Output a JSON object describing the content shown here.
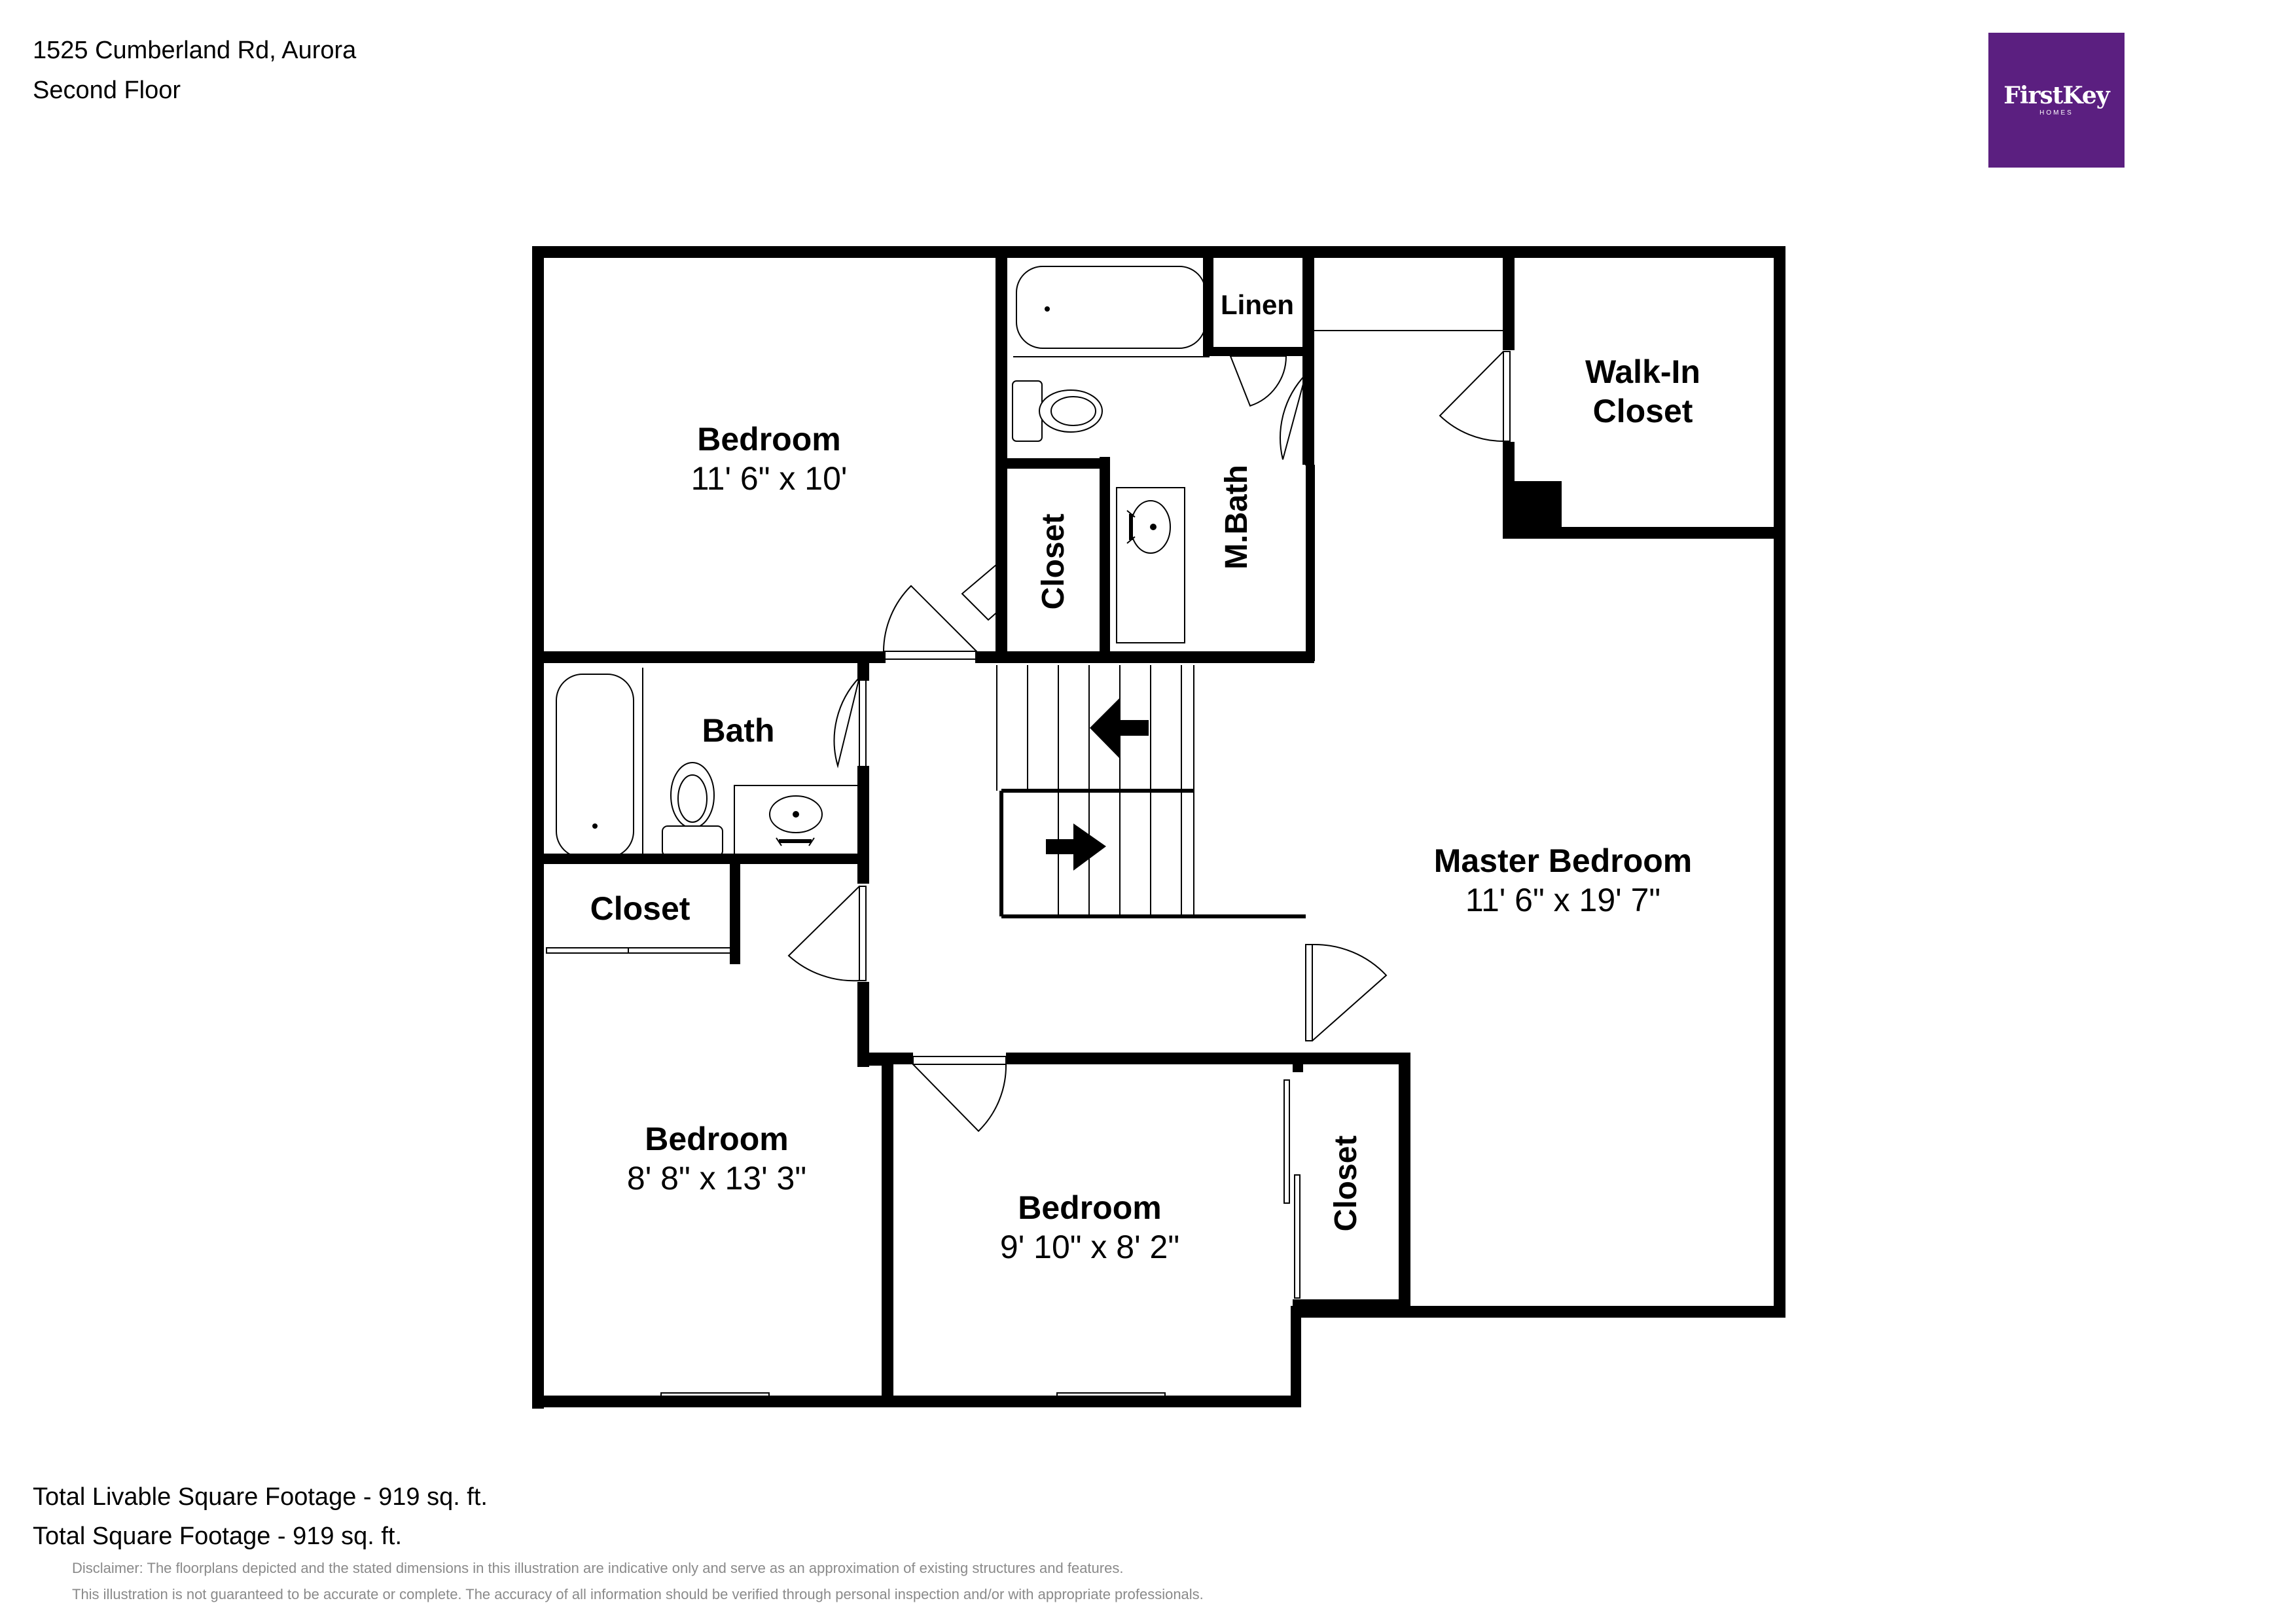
{
  "header": {
    "address": "1525 Cumberland Rd, Aurora",
    "floor": "Second Floor"
  },
  "logo": {
    "brand": "FirstKey",
    "sub": "HOMES",
    "color": "#5b1f80"
  },
  "rooms": {
    "bedroom_nw": {
      "name": "Bedroom",
      "dims": "11' 6\" x 10'"
    },
    "closet_nw": {
      "name": "Closet"
    },
    "linen": {
      "name": "Linen"
    },
    "mbath": {
      "name": "M.Bath"
    },
    "walkin_line1": {
      "name": "Walk-In"
    },
    "walkin_line2": {
      "name": "Closet"
    },
    "bath": {
      "name": "Bath"
    },
    "closet_w": {
      "name": "Closet"
    },
    "master": {
      "name": "Master Bedroom",
      "dims": "11' 6\" x 19' 7\""
    },
    "bedroom_sw": {
      "name": "Bedroom",
      "dims": "8' 8\" x 13' 3\""
    },
    "bedroom_s": {
      "name": "Bedroom",
      "dims": "9' 10\" x 8' 2\""
    },
    "closet_s": {
      "name": "Closet"
    }
  },
  "footer": {
    "livable": "Total Livable Square Footage - 919 sq. ft.",
    "total": "Total Square Footage - 919 sq. ft.",
    "disclaimer1": "Disclaimer: The floorplans depicted and the stated dimensions in this illustration are indicative only and serve as an approximation of existing structures and features.",
    "disclaimer2": "This illustration is not guaranteed to be accurate or complete. The accuracy of all information should be verified through personal inspection and/or with appropriate professionals."
  }
}
